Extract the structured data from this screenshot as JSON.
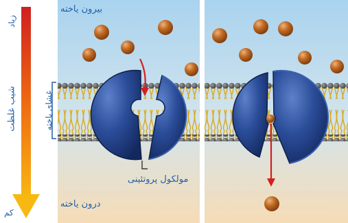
{
  "labels": {
    "outside_cell": "بیرون یاخته",
    "inside_cell": "درون یاخته",
    "protein_molecule": "مولکول پروتئینی",
    "cell_membrane": "غشای یاخته",
    "concentration_gradient": "شیب غلظت",
    "high": "زیاد",
    "low": "کم"
  },
  "colors": {
    "outside_top": "#a9d3ef",
    "inside_bottom": "#f6dcb6",
    "protein": "#1f3f86",
    "molecule": "#b5651d",
    "arrow": "#d21f1f",
    "label": "#1f5fa8"
  }
}
